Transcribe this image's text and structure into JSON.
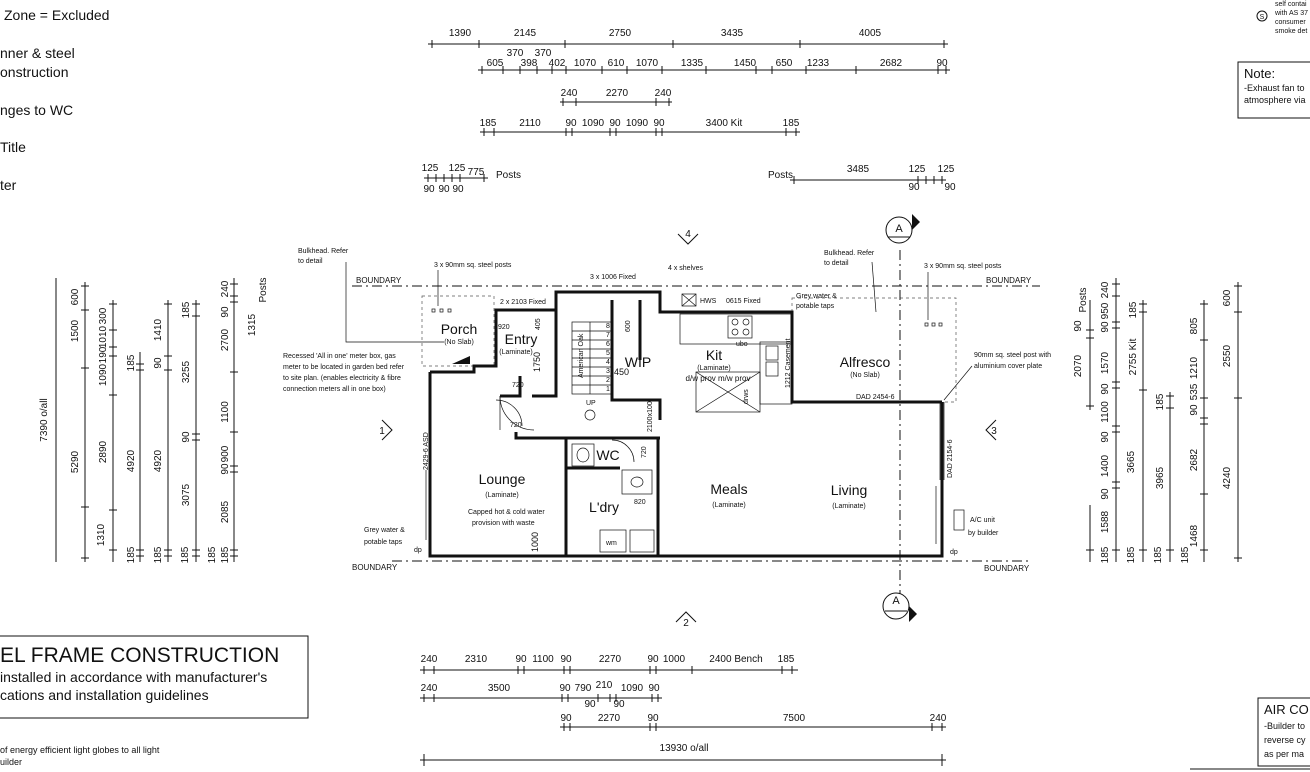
{
  "legend_left": [
    "Zone = Excluded",
    "nner & steel",
    "onstruction",
    "nges to WC",
    "Title",
    "ter"
  ],
  "top_right_note": [
    "self contai",
    "with AS 37",
    "consumer",
    "smoke det"
  ],
  "top_right_symbol": "S",
  "note_box": {
    "title": "Note:",
    "lines": [
      "-Exhaust fan to",
      "atmosphere via"
    ]
  },
  "steel_box": {
    "title": "EL FRAME CONSTRUCTION",
    "lines": [
      "installed in accordance with manufacturer's",
      "cations and installation guidelines"
    ]
  },
  "bottom_left_notes": [
    "of energy efficient light globes to all light",
    "uilder"
  ],
  "air_box": {
    "title": "AIR CO",
    "lines": [
      "-Builder to",
      "reverse cy",
      "as per ma"
    ]
  },
  "rooms": {
    "porch": "Porch",
    "porch_sub": "(No Slab)",
    "entry": "Entry",
    "entry_sub": "(Laminate)",
    "wip": "WIP",
    "kit": "Kit",
    "kit_sub": "(Laminate)",
    "kit_prov": "d/w prov m/w prov",
    "alfresco": "Alfresco",
    "alfresco_sub": "(No Slab)",
    "lounge": "Lounge",
    "lounge_sub": "(Laminate)",
    "wc": "WC",
    "ldry": "L'dry",
    "meals": "Meals",
    "meals_sub": "(Laminate)",
    "living": "Living",
    "living_sub": "(Laminate)"
  },
  "labels": {
    "boundary": "BOUNDARY",
    "bulkhead": [
      "Bulkhead. Refer",
      "to detail"
    ],
    "steel_posts_3": "3 x 90mm sq. steel posts",
    "fixed_1006": "3 x 1006 Fixed",
    "shelves": "4 x shelves",
    "hws": "HWS",
    "fixed_0615": "0615 Fixed",
    "grey_water_top": [
      "Grey water &",
      "potable taps"
    ],
    "fixed_2103": "2 x 2103 Fixed",
    "meter_note": [
      "Recessed 'All in one' meter box, gas",
      "meter to be located in garden bed refer",
      "to site plan. (enables electricity & fibre",
      "connection meters all in one box)"
    ],
    "post_note": [
      "90mm sq. steel post with",
      "aluminium cover plate"
    ],
    "dad_2454": "DAD 2454-6",
    "dad_2154": "DAD 2154-6",
    "casement": "1212 Casement",
    "ac_unit": [
      "A/C unit",
      "by builder"
    ],
    "grey_water_left": [
      "Grey water &",
      "potable taps"
    ],
    "capped": [
      "Capped hot & cold water",
      "provision with waste"
    ],
    "asd": "2429-6 ASD",
    "american_oak": "American Oak",
    "up": "UP",
    "ubo": "ubo",
    "drws": "drws",
    "wm": "wm",
    "dp": "dp",
    "d820": "820",
    "d720a": "720",
    "d720b": "720",
    "d920": "920",
    "d405": "405",
    "d1750": "1750",
    "d600": "600",
    "d450": "450",
    "d1000": "1000",
    "d720c": "720",
    "d2100x100": "2100x100",
    "stairs": [
      "8",
      "7",
      "6",
      "5",
      "4",
      "3",
      "2",
      "1"
    ],
    "posts": "Posts",
    "section": "A",
    "elev_1": "1",
    "elev_2": "2",
    "elev_3": "3",
    "elev_4": "4",
    "overall_h": "13930 o/all",
    "overall_v": "7390 o/all"
  },
  "dims": {
    "top_row1": [
      "1390",
      "2145",
      "2750",
      "3435",
      "4005"
    ],
    "top_row2a": [
      "370",
      "370"
    ],
    "top_row2": [
      "605",
      "398",
      "402",
      "1070",
      "610",
      "1070",
      "1335",
      "1450",
      "650",
      "1233",
      "2682",
      "90"
    ],
    "top_row3": [
      "240",
      "2270",
      "240"
    ],
    "top_row4": [
      "185",
      "2110",
      "90",
      "1090",
      "90",
      "1090",
      "90",
      "3400 Kit",
      "185"
    ],
    "posts_left": [
      "125",
      "125",
      "775",
      "90",
      "90",
      "90"
    ],
    "posts_right": [
      "3485",
      "125",
      "125",
      "90",
      "90"
    ],
    "bot_row1": [
      "240",
      "2310",
      "90",
      "1100",
      "90",
      "2270",
      "90",
      "1000",
      "2400 Bench",
      "185"
    ],
    "bot_row2": [
      "240",
      "3500",
      "90",
      "790",
      "210",
      "1090",
      "90",
      "90",
      "90"
    ],
    "bot_row3": [
      "90",
      "2270",
      "90",
      "7500",
      "240"
    ],
    "left_c2": [
      "600",
      "1500",
      "5290",
      "1310"
    ],
    "left_c3": [
      "300",
      "1010",
      "190",
      "1090",
      "2890",
      "185"
    ],
    "left_c4": [
      "185",
      "4920",
      "185"
    ],
    "left_c5": [
      "1410",
      "90",
      "4920",
      "185"
    ],
    "left_c6": [
      "185",
      "3255",
      "90",
      "3075",
      "185"
    ],
    "left_c7": [
      "240",
      "1315",
      "90",
      "2700",
      "1100",
      "900",
      "90",
      "2085",
      "185"
    ],
    "right_c1": [
      "90",
      "2070",
      "1588",
      "185"
    ],
    "right_c2": [
      "950",
      "90",
      "240",
      "1570",
      "90",
      "1100",
      "90",
      "1400",
      "90",
      "185"
    ],
    "right_c3": [
      "185",
      "2755 Kit",
      "3665",
      "185"
    ],
    "right_c4": [
      "185",
      "3965",
      "185"
    ],
    "right_c5": [
      "805",
      "1210",
      "535",
      "90",
      "2682",
      "1468"
    ],
    "right_c6": [
      "600",
      "2550",
      "4240"
    ]
  }
}
